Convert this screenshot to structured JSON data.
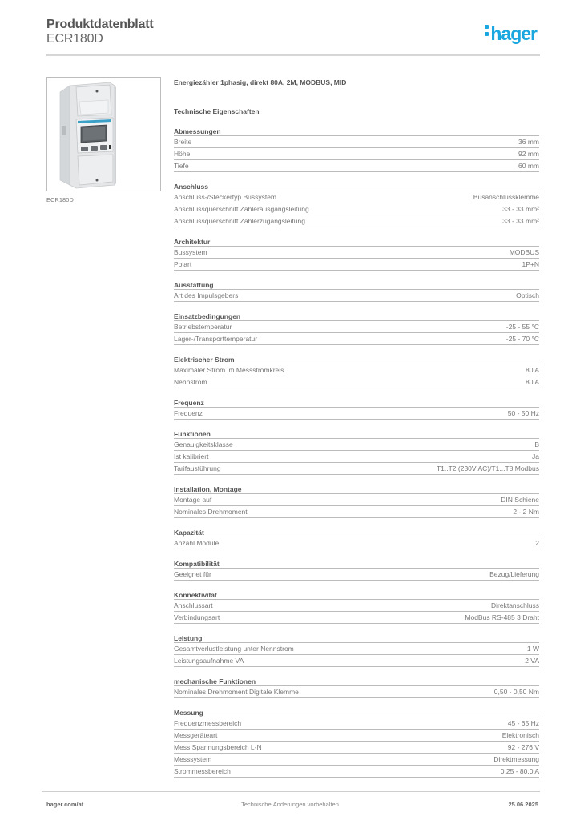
{
  "header": {
    "title": "Produktdatenblatt",
    "subtitle": "ECR180D",
    "logo_text": "hager",
    "logo_color": "#1aa7e0"
  },
  "product": {
    "image_caption": "ECR180D",
    "description": "Energiezähler 1phasig, direkt 80A, 2M, MODBUS, MID"
  },
  "section_title": "Technische Eigenschaften",
  "groups": [
    {
      "title": "Abmessungen",
      "rows": [
        {
          "label": "Breite",
          "value": "36 mm"
        },
        {
          "label": "Höhe",
          "value": "92 mm"
        },
        {
          "label": "Tiefe",
          "value": "60 mm"
        }
      ]
    },
    {
      "title": "Anschluss",
      "rows": [
        {
          "label": "Anschluss-/Steckertyp Bussystem",
          "value": "Busanschlussklemme"
        },
        {
          "label": "Anschlussquerschnitt Zählerausgangsleitung",
          "value": "33 - 33 mm²"
        },
        {
          "label": "Anschlussquerschnitt Zählerzugangsleitung",
          "value": "33 - 33 mm²"
        }
      ]
    },
    {
      "title": "Architektur",
      "rows": [
        {
          "label": "Bussystem",
          "value": "MODBUS"
        },
        {
          "label": "Polart",
          "value": "1P+N"
        }
      ]
    },
    {
      "title": "Ausstattung",
      "rows": [
        {
          "label": "Art des Impulsgebers",
          "value": "Optisch"
        }
      ]
    },
    {
      "title": "Einsatzbedingungen",
      "rows": [
        {
          "label": "Betriebstemperatur",
          "value": "-25 - 55 °C"
        },
        {
          "label": "Lager-/Transporttemperatur",
          "value": "-25 - 70 °C"
        }
      ]
    },
    {
      "title": "Elektrischer Strom",
      "rows": [
        {
          "label": "Maximaler Strom im Messstromkreis",
          "value": "80 A"
        },
        {
          "label": "Nennstrom",
          "value": "80 A"
        }
      ]
    },
    {
      "title": "Frequenz",
      "rows": [
        {
          "label": "Frequenz",
          "value": "50 - 50 Hz"
        }
      ]
    },
    {
      "title": "Funktionen",
      "rows": [
        {
          "label": "Genauigkeitsklasse",
          "value": "B"
        },
        {
          "label": "Ist kalibriert",
          "value": "Ja"
        },
        {
          "label": "Tarifausführung",
          "value": "T1..T2 (230V AC)/T1...T8 Modbus"
        }
      ]
    },
    {
      "title": "Installation, Montage",
      "rows": [
        {
          "label": "Montage auf",
          "value": "DIN Schiene"
        },
        {
          "label": "Nominales Drehmoment",
          "value": "2 - 2 Nm"
        }
      ]
    },
    {
      "title": "Kapazität",
      "rows": [
        {
          "label": "Anzahl Module",
          "value": "2"
        }
      ]
    },
    {
      "title": "Kompatibilität",
      "rows": [
        {
          "label": "Geeignet für",
          "value": "Bezug/Lieferung"
        }
      ]
    },
    {
      "title": "Konnektivität",
      "rows": [
        {
          "label": "Anschlussart",
          "value": "Direktanschluss"
        },
        {
          "label": "Verbindungsart",
          "value": "ModBus RS-485 3 Draht"
        }
      ]
    },
    {
      "title": "Leistung",
      "rows": [
        {
          "label": "Gesamtverlustleistung unter Nennstrom",
          "value": "1 W"
        },
        {
          "label": "Leistungsaufnahme VA",
          "value": "2 VA"
        }
      ]
    },
    {
      "title": "mechanische Funktionen",
      "rows": [
        {
          "label": "Nominales Drehmoment Digitale Klemme",
          "value": "0,50 - 0,50 Nm"
        }
      ]
    },
    {
      "title": "Messung",
      "rows": [
        {
          "label": "Frequenzmessbereich",
          "value": "45 - 65 Hz"
        },
        {
          "label": "Messgeräteart",
          "value": "Elektronisch"
        },
        {
          "label": "Mess Spannungsbereich L-N",
          "value": "92 - 276 V"
        },
        {
          "label": "Messsystem",
          "value": "Direktmessung"
        },
        {
          "label": "Strommessbereich",
          "value": "0,25 - 80,0 A"
        }
      ]
    }
  ],
  "footer": {
    "website": "hager.com/at",
    "note": "Technische Änderungen vorbehalten",
    "date": "25.06.2025"
  }
}
